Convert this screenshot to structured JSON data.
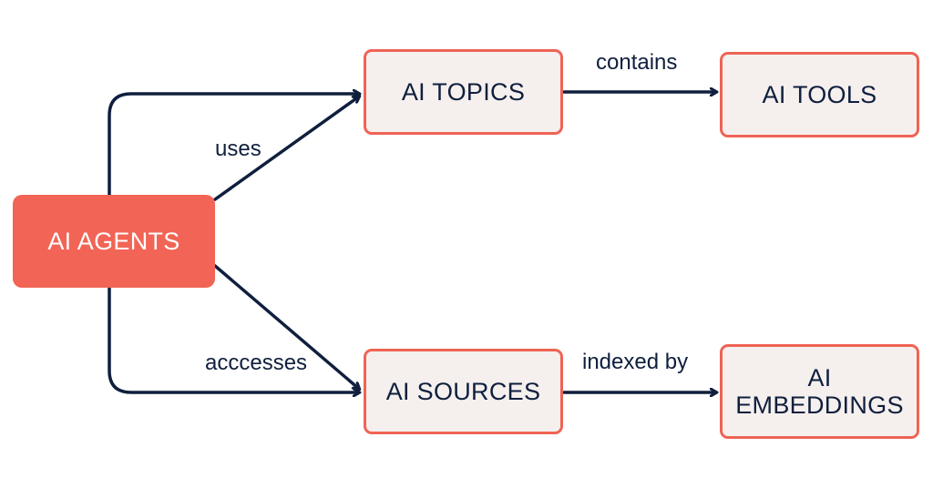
{
  "diagram": {
    "colors": {
      "accent": "#f26455",
      "node_border": "#ef6355",
      "node_fill": "#f5f0ee",
      "text": "#0f1f3d",
      "arrow": "#0f1f3d"
    },
    "nodes": {
      "agents": "AI AGENTS",
      "topics": "AI TOPICS",
      "tools": "AI TOOLS",
      "sources": "AI SOURCES",
      "embeddings_line1": "AI",
      "embeddings_line2": "EMBEDDINGS"
    },
    "edges": {
      "uses": "uses",
      "accesses": "acccesses",
      "contains": "contains",
      "indexed_by": "indexed by"
    }
  }
}
